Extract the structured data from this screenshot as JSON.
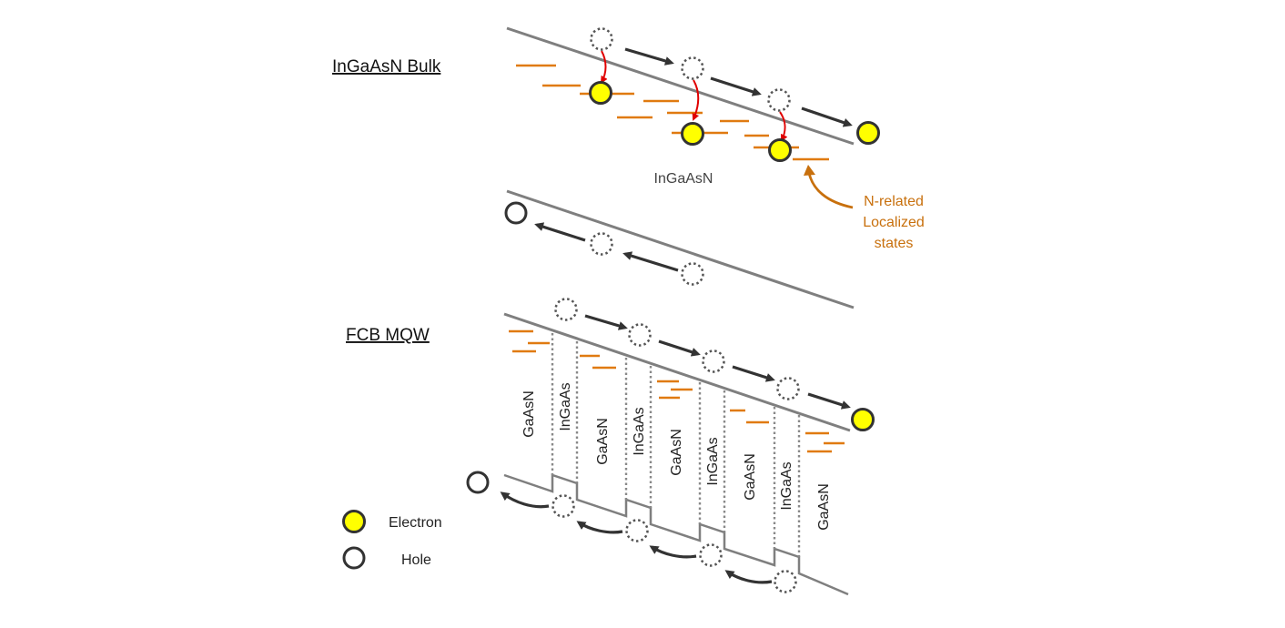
{
  "titles": {
    "bulk": "InGaAsN Bulk",
    "mqw": "FCB MQW"
  },
  "labels": {
    "material": "InGaAsN",
    "note_line1": "N-related",
    "note_line2": "Localized",
    "note_line3": "states"
  },
  "layers": [
    "GaAsN",
    "InGaAs",
    "GaAsN",
    "InGaAs",
    "GaAsN",
    "InGaAs",
    "GaAsN",
    "InGaAs",
    "GaAsN"
  ],
  "legend": {
    "electron": "Electron",
    "hole": "Hole"
  },
  "colors": {
    "electron_fill": "#ffff00",
    "localized_state": "#e07a10",
    "capture_arrow": "#e00000",
    "band_edge": "#7f7f7f"
  }
}
